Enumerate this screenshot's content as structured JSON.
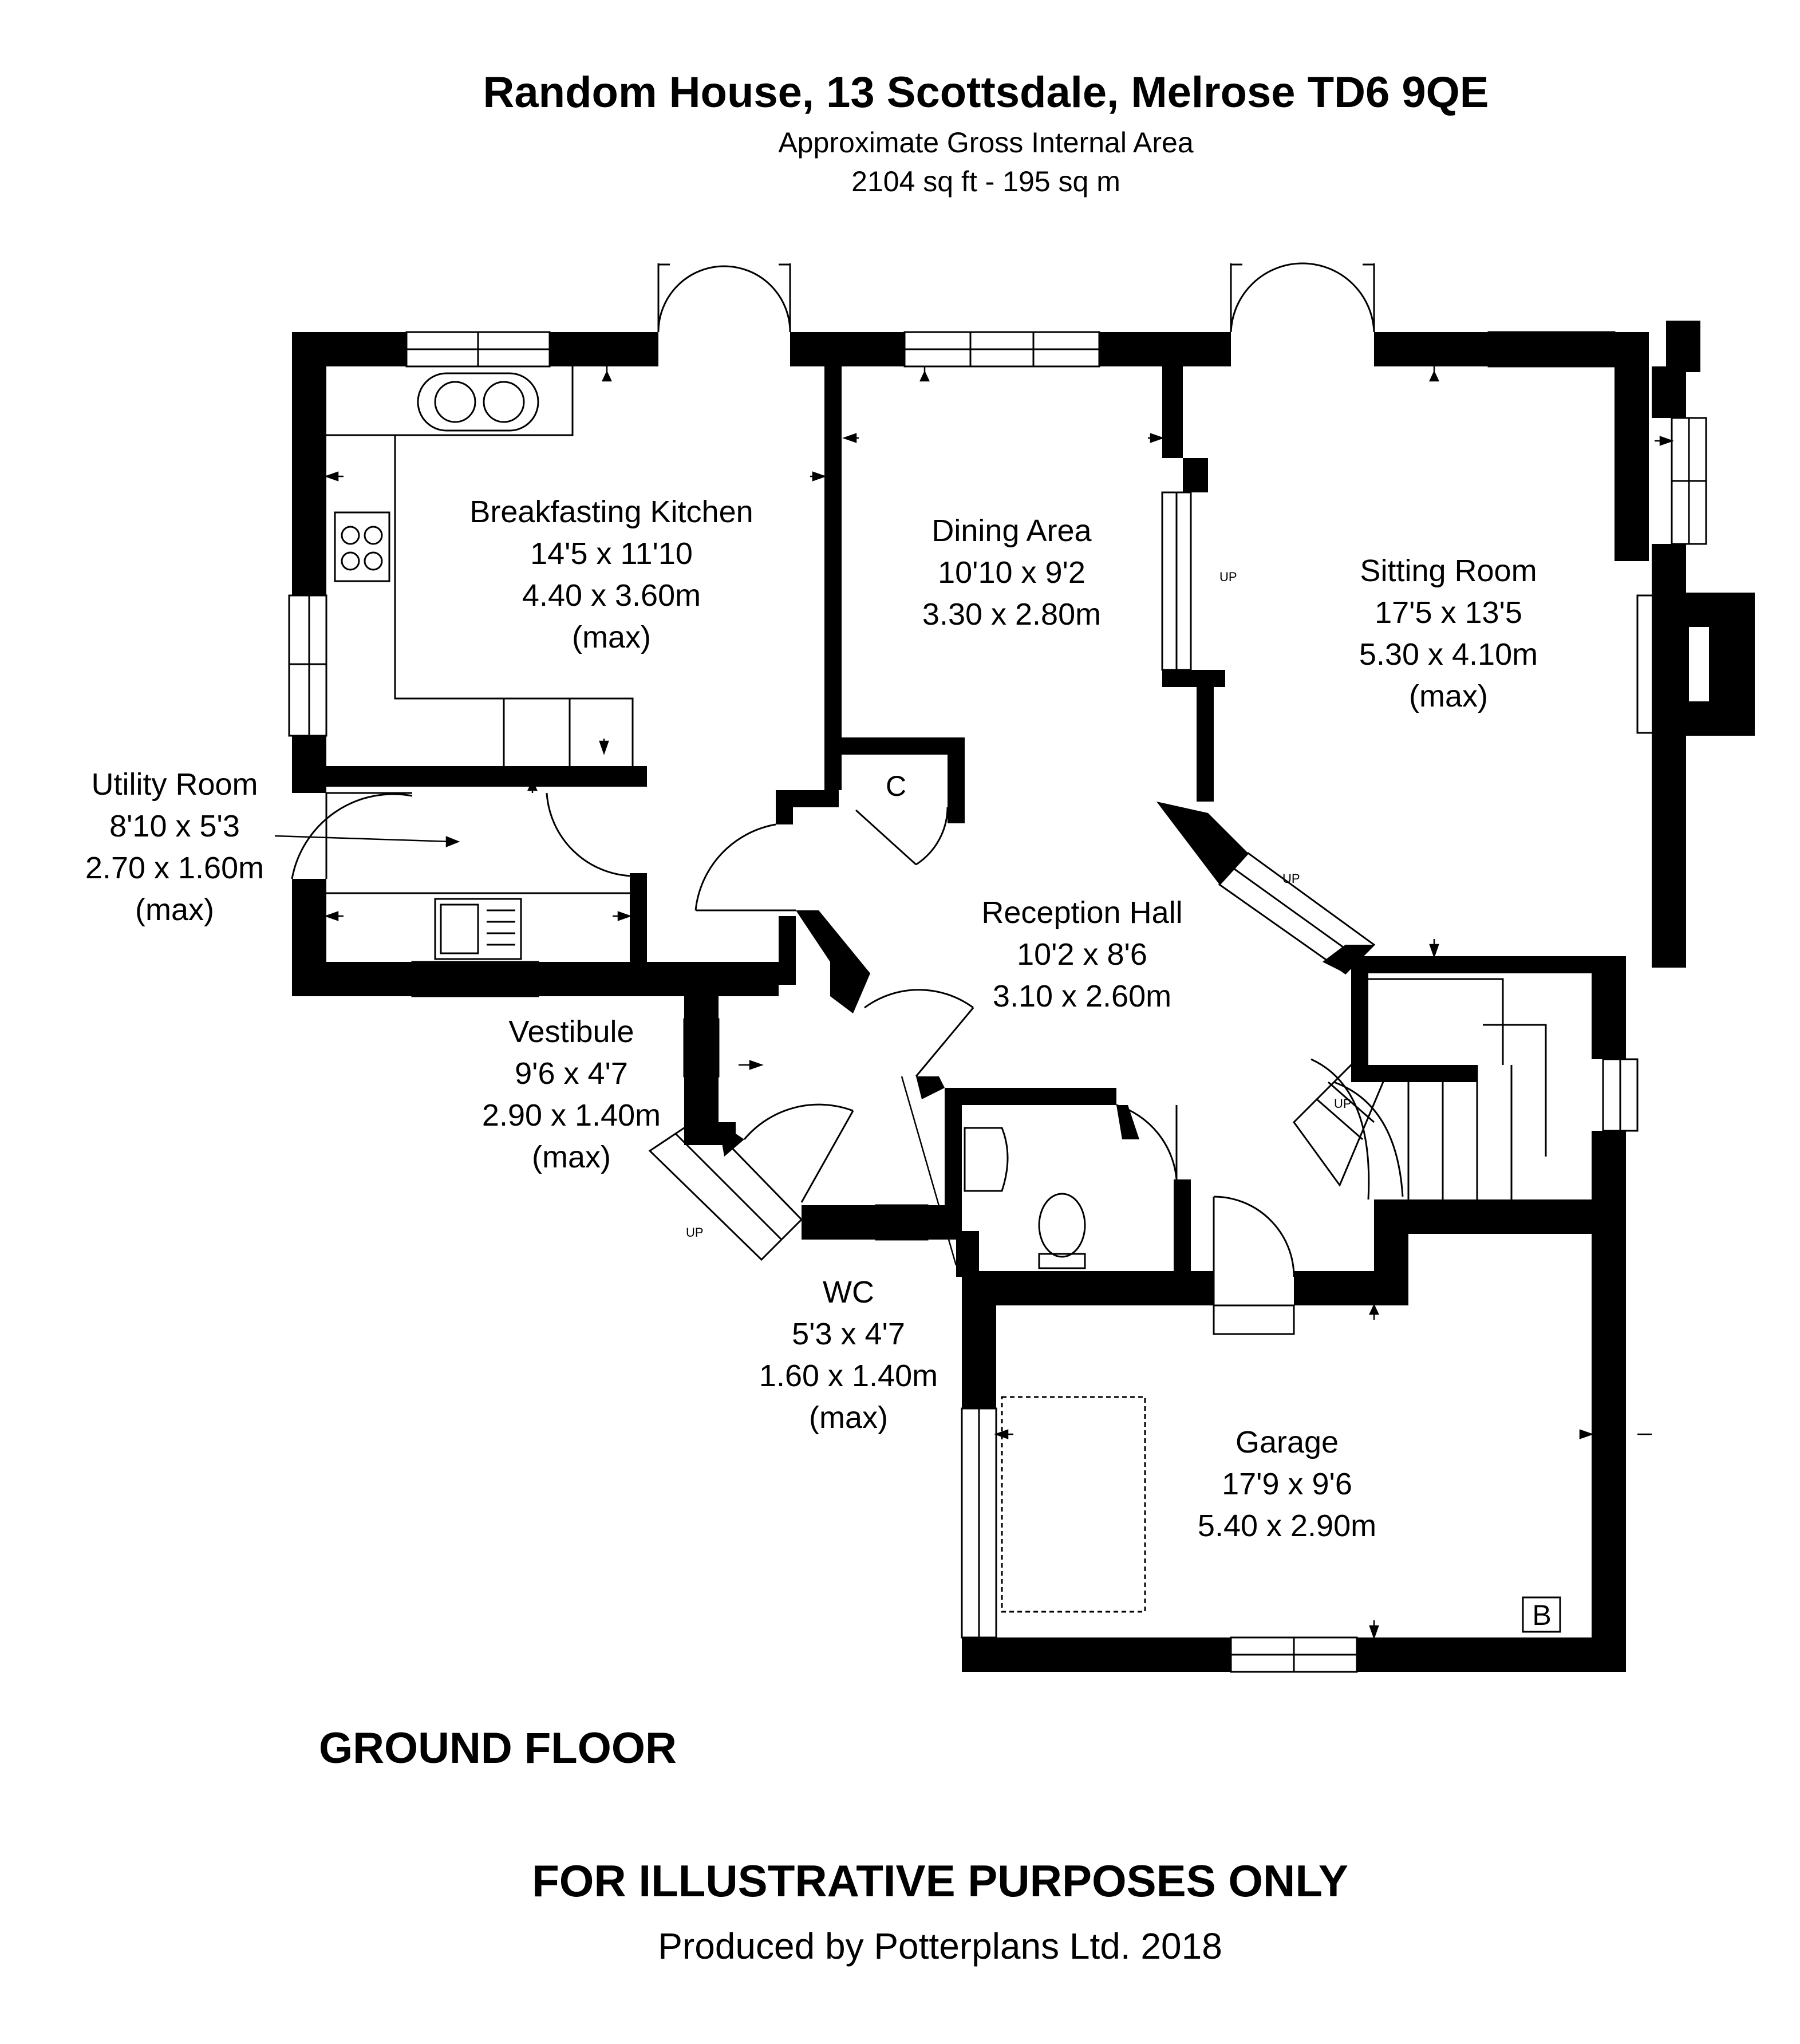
{
  "header": {
    "title": "Random House, 13 Scottsdale, Melrose TD6 9QE",
    "area_label": "Approximate Gross Internal Area",
    "area_value": "2104 sq ft - 195 sq m"
  },
  "rooms": {
    "kitchen": [
      "Breakfasting Kitchen",
      "14'5 x 11'10",
      "4.40 x 3.60m",
      "(max)"
    ],
    "dining": [
      "Dining Area",
      "10'10 x 9'2",
      "3.30 x 2.80m"
    ],
    "sitting": [
      "Sitting Room",
      "17'5 x 13'5",
      "5.30 x 4.10m",
      "(max)"
    ],
    "utility": [
      "Utility Room",
      "8'10 x 5'3",
      "2.70 x 1.60m",
      "(max)"
    ],
    "reception": [
      "Reception Hall",
      "10'2 x 8'6",
      "3.10 x 2.60m"
    ],
    "vestibule": [
      "Vestibule",
      "9'6 x 4'7",
      "2.90 x 1.40m",
      "(max)"
    ],
    "wc": [
      "WC",
      "5'3 x 4'7",
      "1.60 x 1.40m",
      "(max)"
    ],
    "garage": [
      "Garage",
      "17'9 x 9'6",
      "5.40 x 2.90m"
    ]
  },
  "markers": {
    "cupboard": "C",
    "boiler": "B",
    "up": "UP"
  },
  "floor_label": "GROUND FLOOR",
  "disclaimer": "FOR ILLUSTRATIVE PURPOSES ONLY",
  "credit": "Produced by Potterplans Ltd. 2018",
  "colors": {
    "wall": "#000000",
    "background": "#ffffff"
  }
}
